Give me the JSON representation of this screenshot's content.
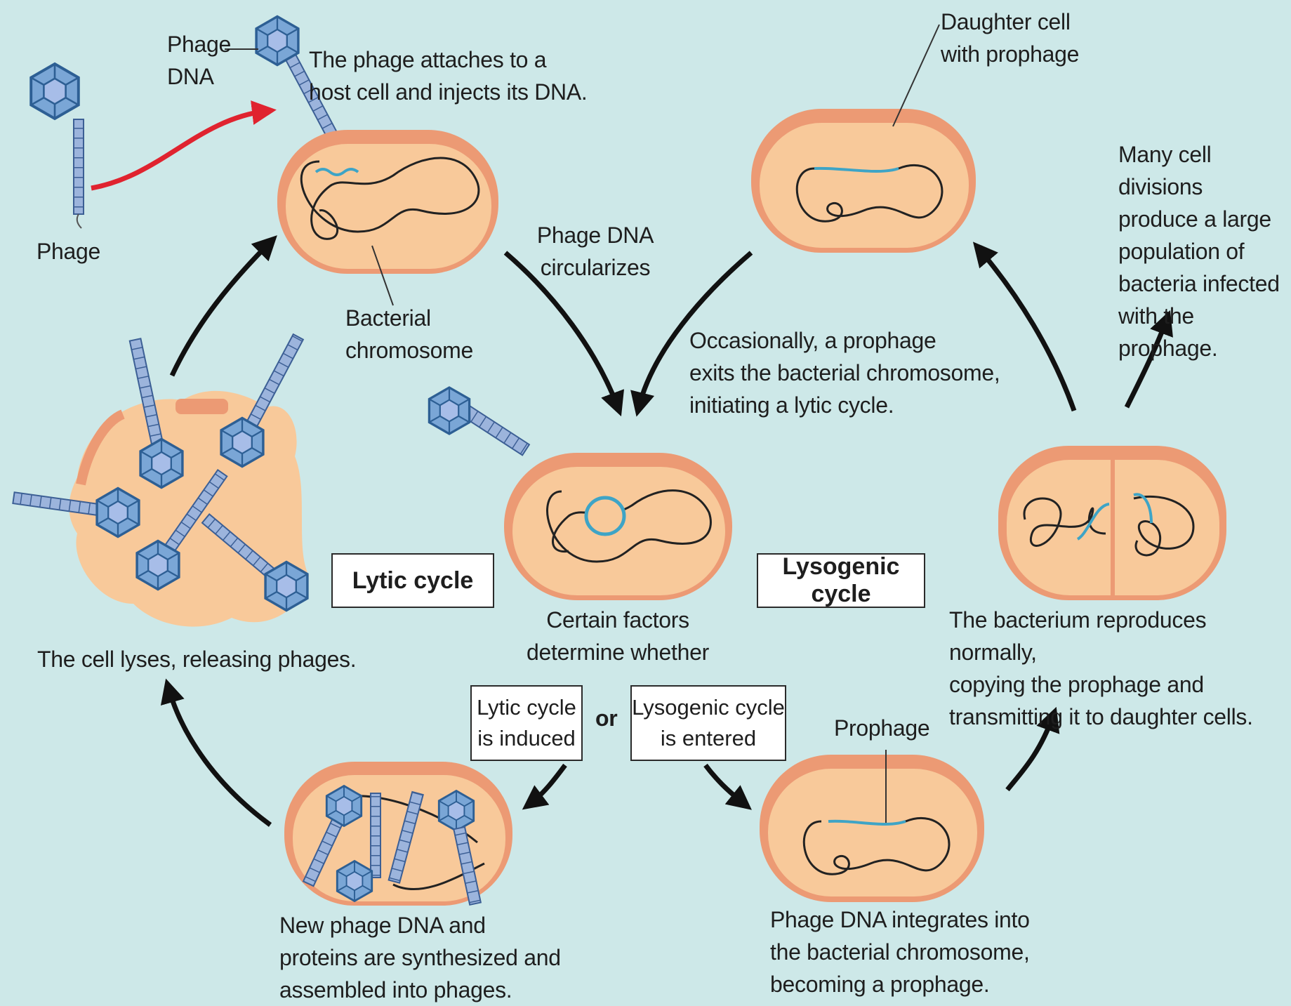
{
  "labels": {
    "phage_dna": "Phage\nDNA",
    "phage": "Phage",
    "attach": "The phage attaches to a\nhost cell and injects its DNA.",
    "bacterial_chromosome": "Bacterial\nchromosome",
    "circularizes": "Phage DNA\ncircularizes",
    "daughter_cell": "Daughter cell\nwith prophage",
    "many_divisions": "Many cell divisions\nproduce a large\npopulation of\nbacteria infected\nwith the prophage.",
    "occasionally": "Occasionally, a prophage\nexits the bacterial chromosome,\ninitiating a lytic cycle.",
    "lytic_cycle": "Lytic cycle",
    "lysogenic_cycle": "Lysogenic cycle",
    "certain_factors": "Certain factors\ndetermine whether",
    "lyses": "The cell lyses, releasing phages.",
    "reproduces": "The bacterium reproduces normally,\ncopying the prophage and\ntransmitting it to daughter cells.",
    "lytic_induced": "Lytic cycle\nis induced",
    "or": "or",
    "lysogenic_entered": "Lysogenic cycle\nis entered",
    "prophage": "Prophage",
    "synthesized": "New phage DNA and\nproteins are synthesized and\nassembled into phages.",
    "integrates": "Phage DNA integrates into\nthe bacterial chromosome,\nbecoming a prophage."
  },
  "colors": {
    "background": "#cde8e8",
    "cell_fill": "#f8c99a",
    "cell_wall": "#ec9a74",
    "phage_dna": "#3ea4c6",
    "phage_body": "#7aa6d6",
    "arrow": "#111111",
    "infection_arrow": "#e0232f"
  }
}
